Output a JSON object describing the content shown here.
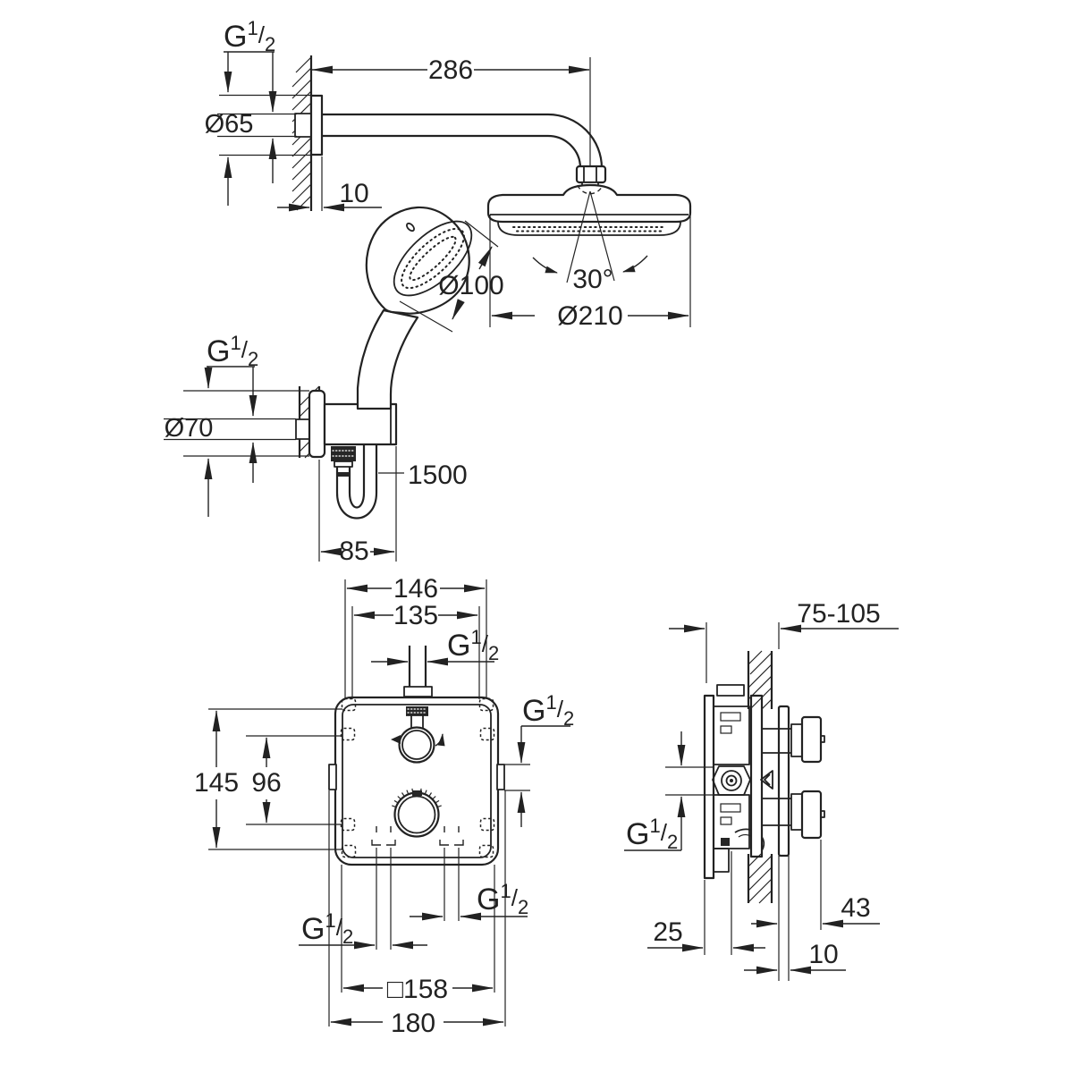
{
  "colors": {
    "line": "#222222",
    "background": "#ffffff"
  },
  "thread": {
    "base": "G",
    "num": "1",
    "slash": "/",
    "den": "2"
  },
  "dims": {
    "arm_length": "286",
    "arm_escutcheon_dia": "Ø65",
    "arm_escutcheon_depth": "10",
    "head_dia": "Ø210",
    "head_swivel_angle": "30°",
    "handshower_dia": "Ø100",
    "holder_escutcheon_dia": "Ø70",
    "hose_length": "1500",
    "holder_depth": "85",
    "box_screw_width": "146",
    "box_inner_width": "135",
    "box_screw_height": "145",
    "box_inner_height": "96",
    "cover_plate": "□158",
    "box_overall_width": "180",
    "install_depth": "75-105",
    "port_axis_offset": "25",
    "knob_projection": "43",
    "plate_thickness": "10"
  }
}
